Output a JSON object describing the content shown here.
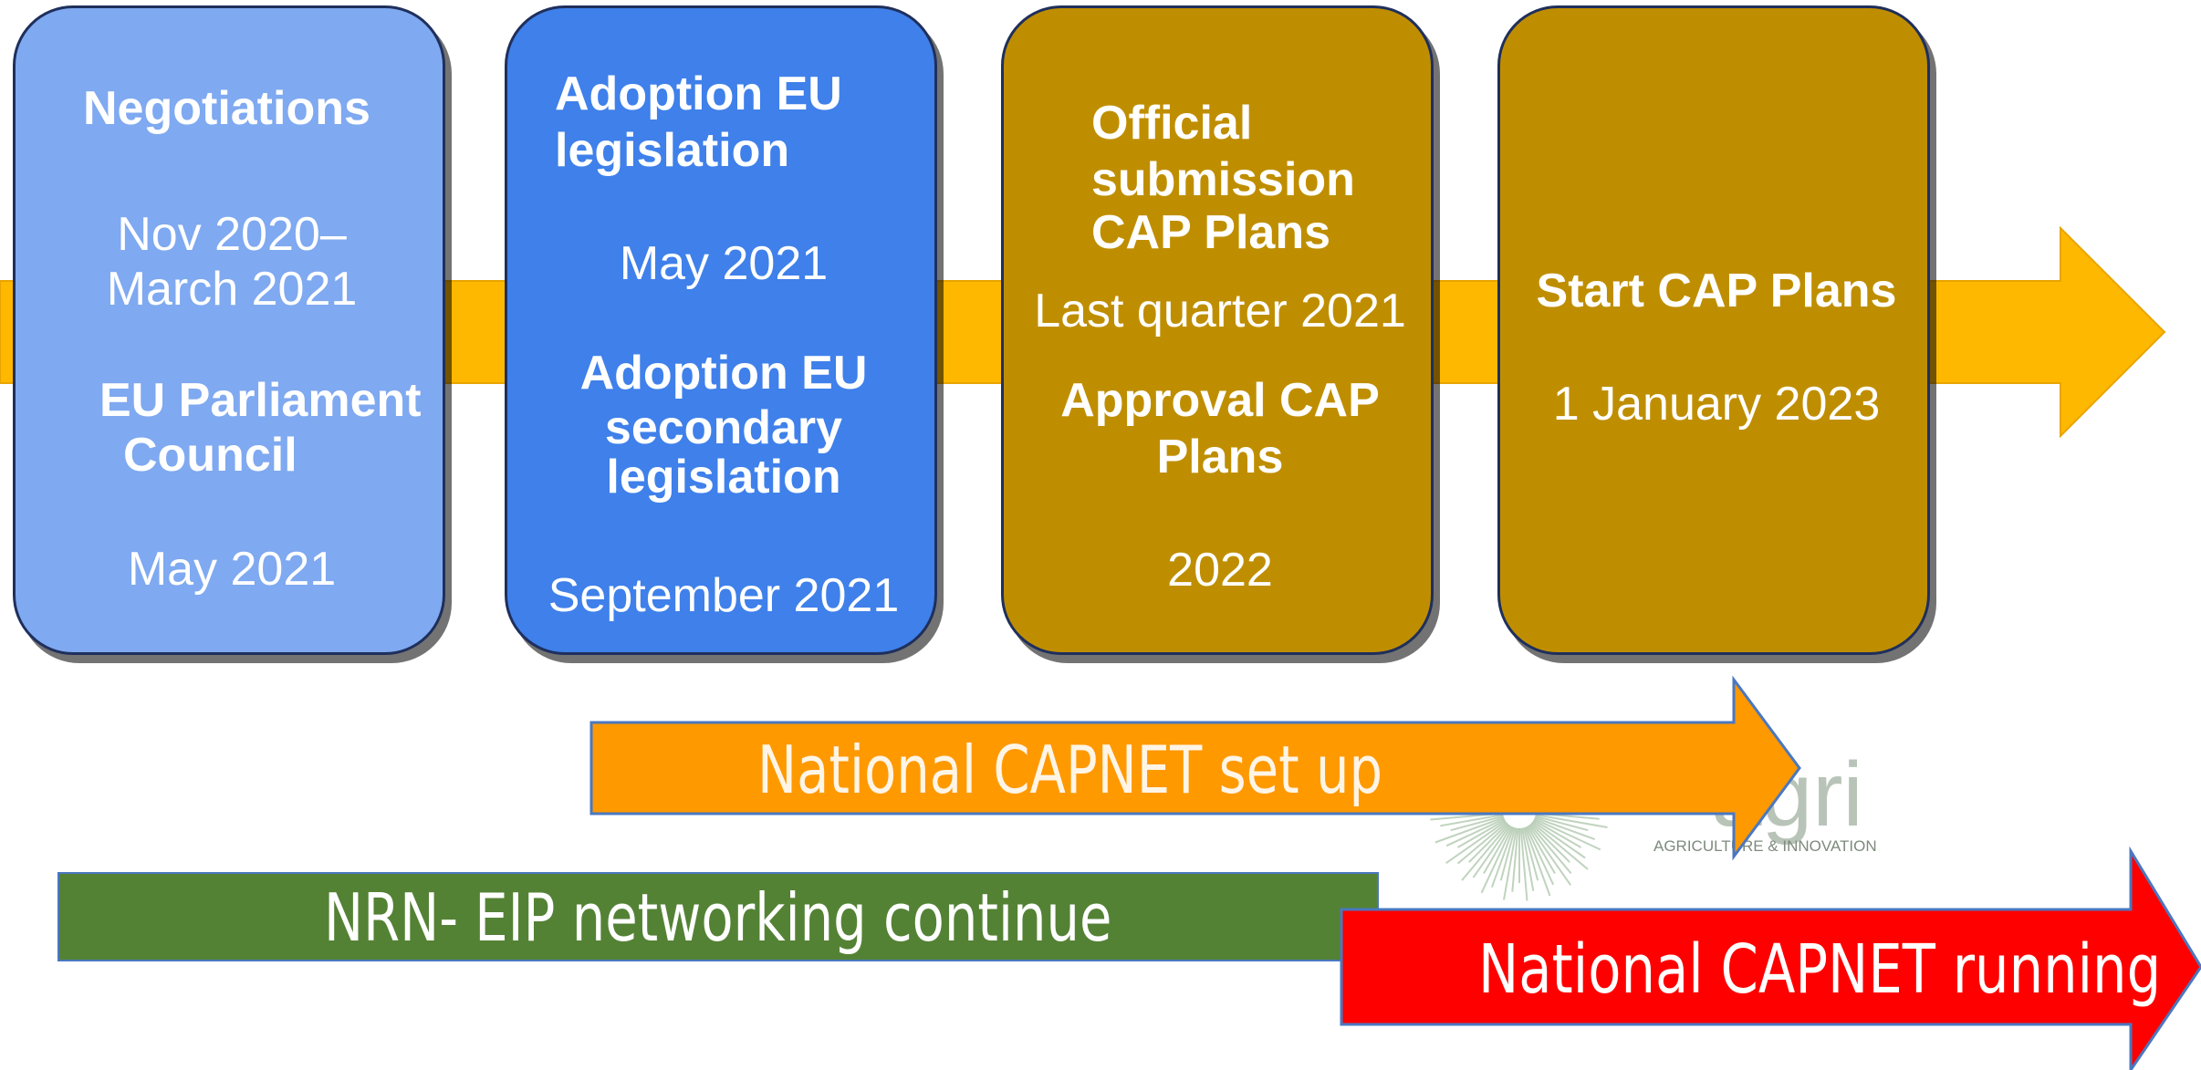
{
  "colors": {
    "timeline_arrow": "#FFB800",
    "box1": "#7FA9F0",
    "box2": "#3F80EA",
    "box3": "#BF8E00",
    "box4": "#BF8E00",
    "box_border": "#1F2F5C",
    "setup_arrow": "#FF9900",
    "networking_bar": "#548235",
    "running_arrow": "#FF0000",
    "logo_green": "#8DB08A"
  },
  "stages": [
    {
      "title": "Negotiations",
      "period": [
        "Nov 2020–",
        "March 2021"
      ],
      "actors": [
        "EU Parliament",
        "Council"
      ],
      "date": "May 2021"
    },
    {
      "title": [
        "Adoption EU",
        "legislation"
      ],
      "date": "May 2021",
      "secondary_title": [
        "Adoption EU",
        "secondary",
        "legislation"
      ],
      "secondary_date": "September 2021"
    },
    {
      "title": [
        "Official",
        "submission",
        "CAP Plans"
      ],
      "date": "Last quarter 2021",
      "secondary_title": [
        "Approval CAP",
        "Plans"
      ],
      "secondary_date": "2022"
    },
    {
      "title": "Start CAP Plans",
      "date": "1 January 2023"
    }
  ],
  "bands": {
    "setup": "National CAPNET set up",
    "networking": "NRN- EIP networking continue",
    "running": "National CAPNET running"
  },
  "logo": {
    "name": "agri",
    "tagline": "AGRICULTURE & INNOVATION"
  }
}
